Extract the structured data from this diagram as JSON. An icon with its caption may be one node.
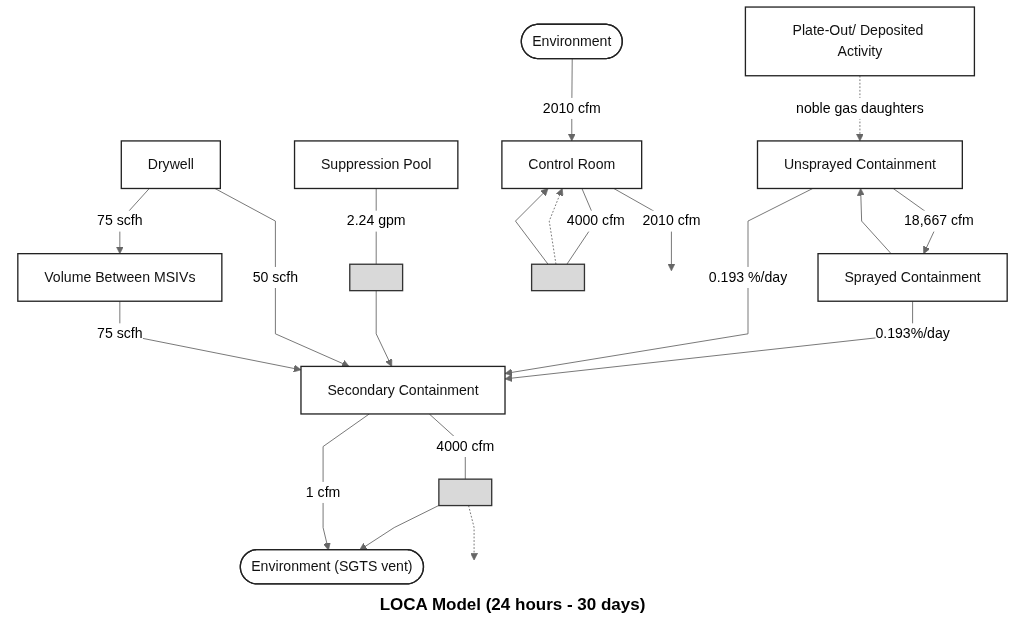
{
  "diagram": {
    "caption": "LOCA Model (24 hours - 30 days)",
    "nodes": [
      {
        "text": [
          "Plate-Out/ Deposited Activity"
        ]
      },
      {
        "text": [
          "Sprayed Containment"
        ]
      },
      {
        "text": [
          "Suppression Pool"
        ]
      },
      {
        "text": [
          "Secondary Containment"
        ]
      },
      {
        "text": [
          "Unsprayed Containment"
        ]
      },
      {
        "text": [
          "Drywell"
        ]
      },
      {
        "text": [
          "Control Room"
        ]
      },
      {
        "text": [
          "Volume Between MSIVs"
        ]
      },
      {
        "text": [
          "Environment (SGTS vent)"
        ]
      },
      {
        "text": [
          "Environment"
        ]
      },
      {
        "text": [],
        "shape": "bar"
      },
      {
        "text": [],
        "shape": "bar"
      },
      {
        "text": [],
        "shape": "bar"
      }
    ],
    "edges": [
      {
        "from": 0,
        "to": 4,
        "arrow": "to",
        "style": "dashed",
        "label": "noble gas daughters"
      },
      {
        "from": 4,
        "to": 1,
        "arrow": "to",
        "label": "18,667 cfm"
      },
      {
        "from": 1,
        "to": 4,
        "arrow": "to"
      },
      {
        "from": 1,
        "to": 3,
        "arrow": "to",
        "label": "0.193%/day"
      },
      {
        "from": 4,
        "to": 3,
        "arrow": "to",
        "label": "0.193 %/day"
      },
      {
        "from": 2,
        "to": 10,
        "arrow": "none",
        "label": "2.24 gpm"
      },
      {
        "from": 10,
        "to": 3,
        "arrow": "to"
      },
      {
        "from": 5,
        "to": 7,
        "arrow": "to",
        "label": "75 scfh"
      },
      {
        "from": 5,
        "to": 3,
        "arrow": "to",
        "label": "50 scfh"
      },
      {
        "from": 7,
        "to": 3,
        "arrow": "to",
        "label": "75 scfh"
      },
      {
        "from": 3,
        "to": 11,
        "arrow": "none",
        "label": "4000 cfm"
      },
      {
        "from": 11,
        "to": 8,
        "arrow": "to"
      },
      {
        "from": 11,
        "to": null,
        "arrow": "to",
        "style": "dashed"
      },
      {
        "from": 3,
        "to": 8,
        "arrow": "to",
        "label": "1 cfm"
      },
      {
        "from": 6,
        "to": null,
        "arrow": "to",
        "label": "2010 cfm"
      },
      {
        "from": 9,
        "to": 6,
        "arrow": "to",
        "label": "2010 cfm"
      },
      {
        "from": 6,
        "to": 12,
        "arrow": "none",
        "label": "4000 cfm"
      },
      {
        "from": 12,
        "to": 6,
        "arrow": "to",
        "style": "dashed"
      },
      {
        "from": 12,
        "to": 6,
        "arrow": "to"
      }
    ]
  }
}
